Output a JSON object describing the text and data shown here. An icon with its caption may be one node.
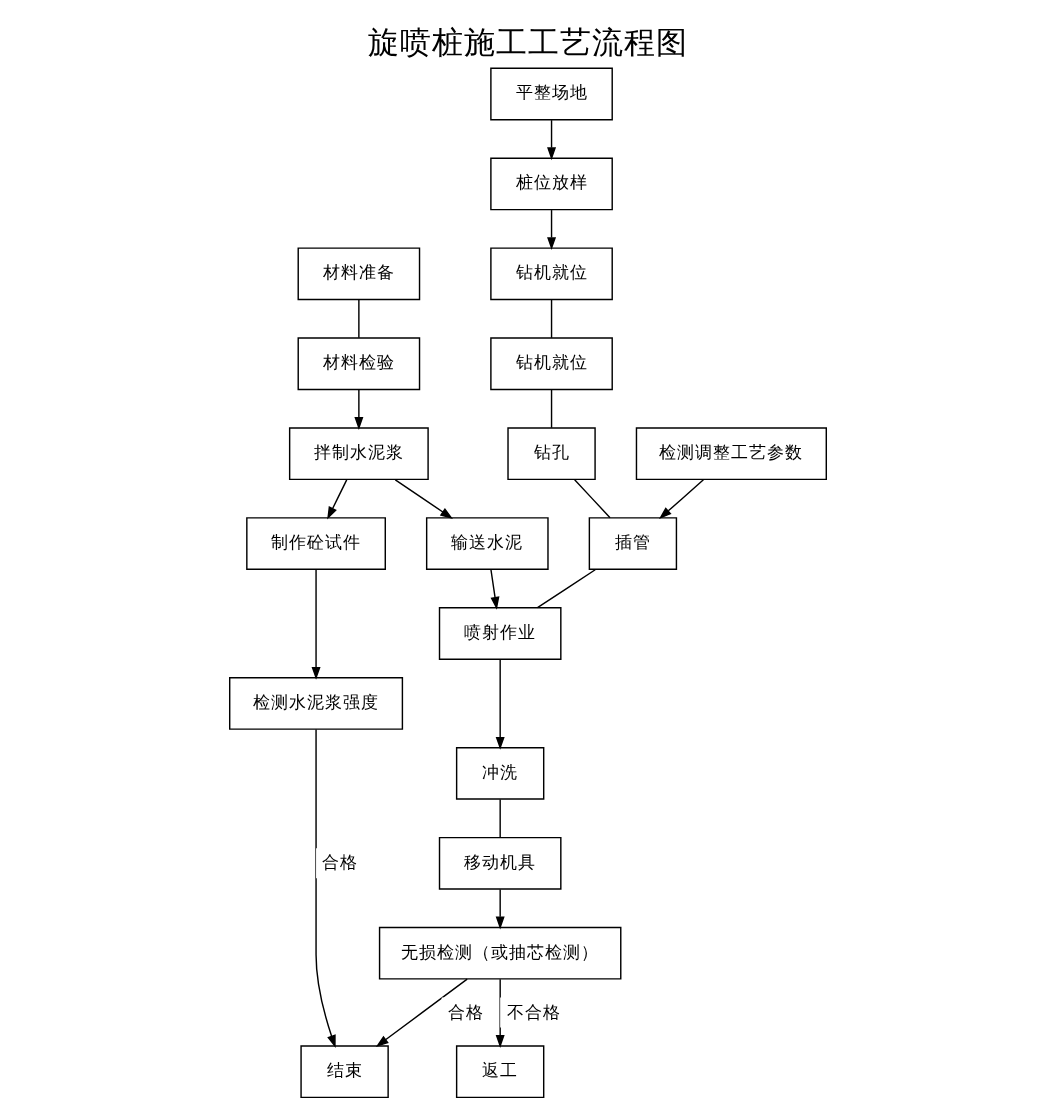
{
  "diagram": {
    "title": "旋喷桩施工工艺流程图",
    "nodes": [
      {
        "text": [
          "平整场地"
        ]
      },
      {
        "text": [
          "桩位放样"
        ]
      },
      {
        "text": [
          "钻机就位"
        ]
      },
      {
        "text": [
          "钻机就位"
        ]
      },
      {
        "text": [
          "钻孔"
        ]
      },
      {
        "text": [
          "检测调整工艺参数"
        ]
      },
      {
        "text": [
          "插管"
        ]
      },
      {
        "text": [
          "喷射作业"
        ]
      },
      {
        "text": [
          "冲洗"
        ]
      },
      {
        "text": [
          "移动机具"
        ]
      },
      {
        "text": [
          "无损检测（或抽芯检测）"
        ]
      },
      {
        "text": [
          "返工"
        ]
      },
      {
        "text": [
          "结束"
        ]
      },
      {
        "text": [
          "材料准备"
        ]
      },
      {
        "text": [
          "材料检验"
        ]
      },
      {
        "text": [
          "拌制水泥浆"
        ]
      },
      {
        "text": [
          "制作砼试件"
        ]
      },
      {
        "text": [
          "检测水泥浆强度"
        ]
      },
      {
        "text": [
          "输送水泥"
        ]
      }
    ],
    "edges": [
      {
        "from": 0,
        "to": 1,
        "arrow": "to"
      },
      {
        "from": 1,
        "to": 2,
        "arrow": "to"
      },
      {
        "from": 2,
        "to": 3,
        "arrow": "none"
      },
      {
        "from": 3,
        "to": 4,
        "arrow": "none"
      },
      {
        "from": 4,
        "to": 6,
        "arrow": "none"
      },
      {
        "from": 5,
        "to": 6,
        "arrow": "to"
      },
      {
        "from": 6,
        "to": 7,
        "arrow": "none"
      },
      {
        "from": 7,
        "to": 8,
        "arrow": "to"
      },
      {
        "from": 8,
        "to": 9,
        "arrow": "none"
      },
      {
        "from": 9,
        "to": 10,
        "arrow": "to"
      },
      {
        "from": 10,
        "to": 12,
        "label": "合格",
        "arrow": "to"
      },
      {
        "from": 10,
        "to": 11,
        "label": "不合格",
        "arrow": "to"
      },
      {
        "from": 13,
        "to": 14,
        "arrow": "none"
      },
      {
        "from": 14,
        "to": 15,
        "arrow": "to"
      },
      {
        "from": 15,
        "to": 16,
        "arrow": "to"
      },
      {
        "from": 16,
        "to": 17,
        "arrow": "to"
      },
      {
        "from": 15,
        "to": 18,
        "arrow": "to"
      },
      {
        "from": 18,
        "to": 7,
        "arrow": "to"
      },
      {
        "from": 17,
        "to": 12,
        "label": "合格",
        "arrow": "to"
      }
    ]
  }
}
